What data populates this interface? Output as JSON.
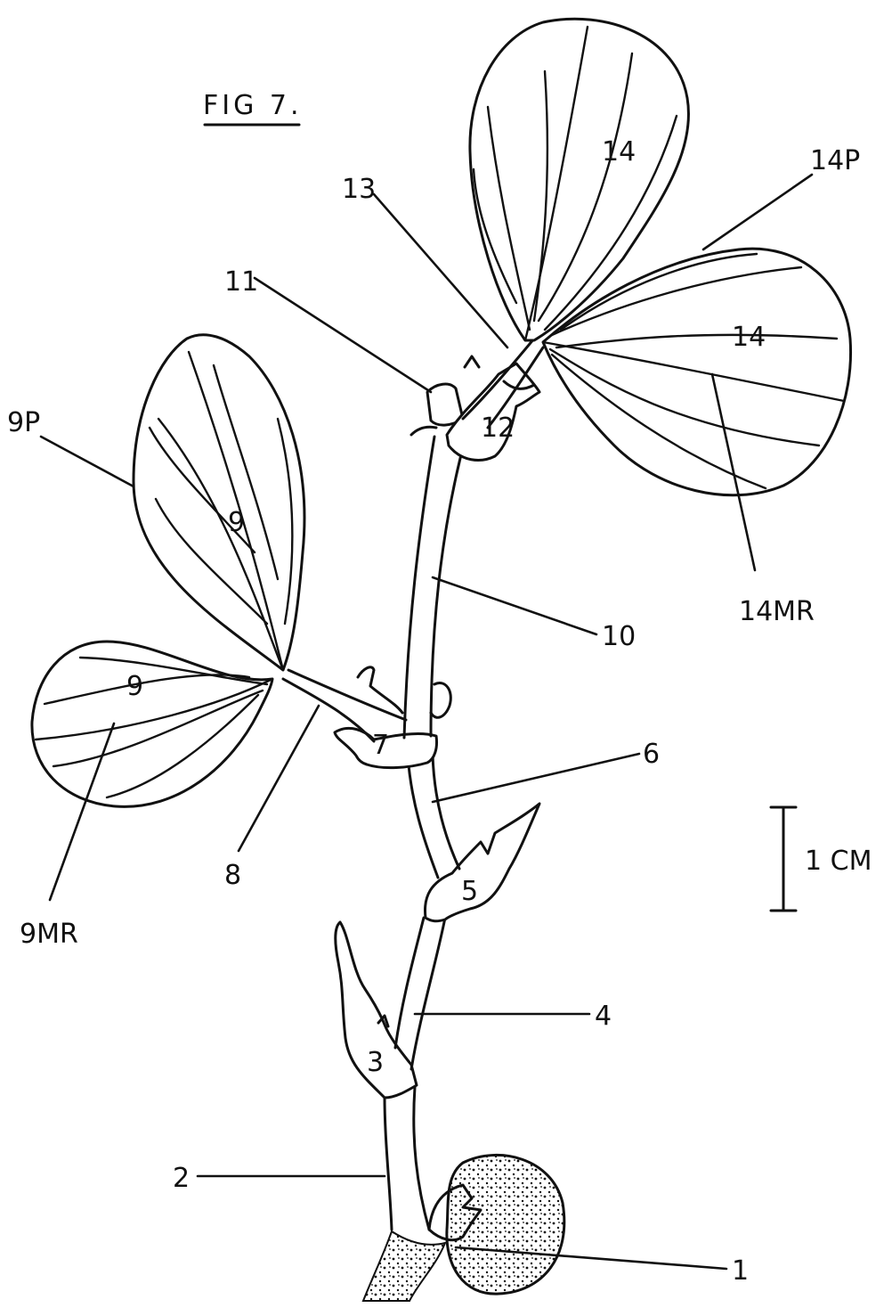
{
  "figure": {
    "title": "FIG 7.",
    "scale_bar": "1 CM",
    "labels": {
      "l1": "1",
      "l2": "2",
      "l3": "3",
      "l4": "4",
      "l5": "5",
      "l6": "6",
      "l7": "7",
      "l8": "8",
      "l9_upper": "9",
      "l9_lower": "9",
      "l9p": "9P",
      "l9mr": "9MR",
      "l10": "10",
      "l11": "11",
      "l12": "12",
      "l13": "13",
      "l14_upper": "14",
      "l14_right": "14",
      "l14p": "14P",
      "l14mr": "14MR"
    }
  }
}
